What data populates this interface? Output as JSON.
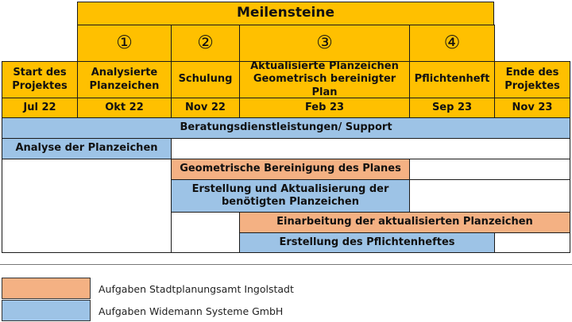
{
  "milestones_title": "Meilensteine",
  "milestone_numbers": [
    "①",
    "②",
    "③",
    "④"
  ],
  "phases": [
    {
      "label": "Start des Projektes",
      "date": "Jul 22"
    },
    {
      "label": "Analysierte Planzeichen",
      "date": "Okt 22"
    },
    {
      "label": "Schulung",
      "date": "Nov 22"
    },
    {
      "label": "Aktualisierte Planzeichen Geometrisch bereinigter Plan",
      "date": "Feb 23"
    },
    {
      "label": "Pflichtenheft",
      "date": "Sep 23"
    },
    {
      "label": "Ende des Projektes",
      "date": "Nov 23"
    }
  ],
  "tasks": [
    {
      "label": "Beratungsdienstleistungen/ Support",
      "owner": "widemann"
    },
    {
      "label": "Analyse der Planzeichen",
      "owner": "widemann"
    },
    {
      "label": "Geometrische Bereinigung des Planes",
      "owner": "stadt"
    },
    {
      "label": "Erstellung und Aktualisierung der benötigten Planzeichen",
      "owner": "widemann"
    },
    {
      "label": "Einarbeitung der aktualisierten Planzeichen",
      "owner": "stadt"
    },
    {
      "label": "Erstellung des Pflichtenheftes",
      "owner": "widemann"
    }
  ],
  "legend": [
    {
      "label": "Aufgaben Stadtplanungsamt Ingolstadt",
      "color": "#F4B183"
    },
    {
      "label": "Aufgaben Widemann Systeme GmbH",
      "color": "#9DC3E6"
    }
  ],
  "colors": {
    "milestone": "#FFC000",
    "widemann": "#9DC3E6",
    "stadt": "#F4B183"
  }
}
